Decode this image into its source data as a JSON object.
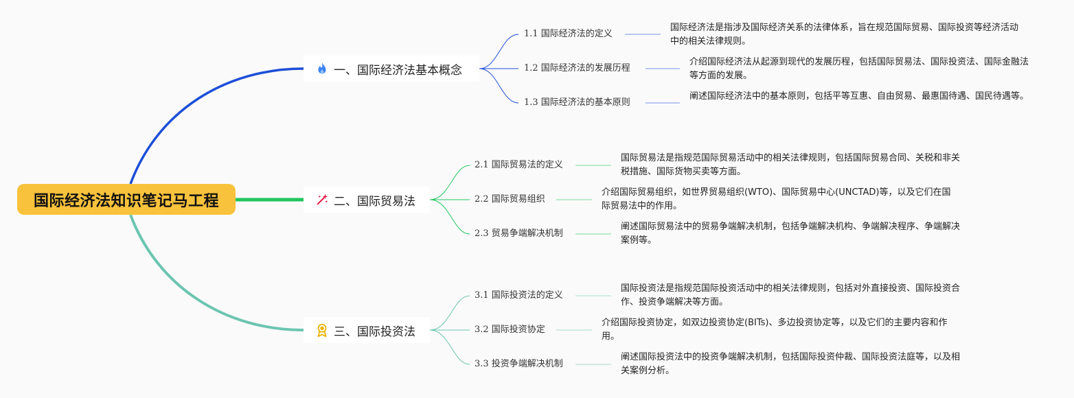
{
  "root": {
    "title": "国际经济法知识笔记马工程",
    "color": "#f9c23c"
  },
  "branches": [
    {
      "label": "一、国际经济法基本概念",
      "icon": "fire-icon",
      "color": "#1d4ed8",
      "children": [
        {
          "label": "1.1 国际经济法的定义",
          "desc": "国际经济法是指涉及国际经济关系的法律体系，旨在规范国际贸易、国际投资等经济活动中的相关法律规则。"
        },
        {
          "label": "1.2 国际经济法的发展历程",
          "desc": "介绍国际经济法从起源到现代的发展历程，包括国际贸易法、国际投资法、国际金融法等方面的发展。"
        },
        {
          "label": "1.3 国际经济法的基本原则",
          "desc": "阐述国际经济法中的基本原则，包括平等互惠、自由贸易、最惠国待遇、国民待遇等。"
        }
      ]
    },
    {
      "label": "二、国际贸易法",
      "icon": "magic-wand-icon",
      "color": "#22c55e",
      "children": [
        {
          "label": "2.1 国际贸易法的定义",
          "desc": "国际贸易法是指规范国际贸易活动中的相关法律规则，包括国际贸易合同、关税和非关税措施、国际货物买卖等方面。"
        },
        {
          "label": "2.2 国际贸易组织",
          "desc": "介绍国际贸易组织，如世界贸易组织(WTO)、国际贸易中心(UNCTAD)等，以及它们在国际贸易法中的作用。"
        },
        {
          "label": "2.3 贸易争端解决机制",
          "desc": "阐述国际贸易法中的贸易争端解决机制，包括争端解决机构、争端解决程序、争端解决案例等。"
        }
      ]
    },
    {
      "label": "三、国际投资法",
      "icon": "award-medal-icon",
      "color": "#6cc5b0",
      "children": [
        {
          "label": "3.1 国际投资法的定义",
          "desc": "国际投资法是指规范国际投资活动中的相关法律规则，包括对外直接投资、国际投资合作、投资争端解决等方面。"
        },
        {
          "label": "3.2 国际投资协定",
          "desc": "介绍国际投资协定，如双边投资协定(BITs)、多边投资协定等，以及它们的主要内容和作用。"
        },
        {
          "label": "3.3 投资争端解决机制",
          "desc": "阐述国际投资法中的投资争端解决机制，包括国际投资仲裁、国际投资法庭等，以及相关案例分析。"
        }
      ]
    }
  ]
}
